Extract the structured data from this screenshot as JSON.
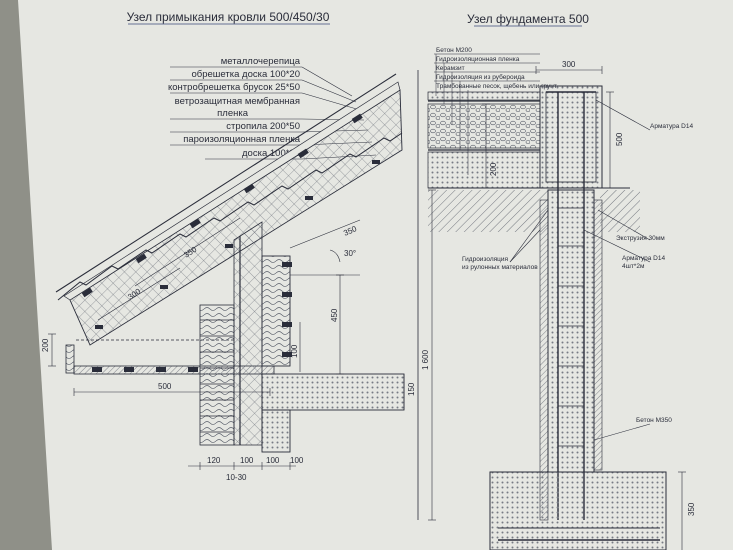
{
  "roof_node": {
    "title": "Узел примыкания кровли 500/450/30",
    "layers": [
      "металлочерепица",
      "обрешетка доска 100*20",
      "контробрешетка брусок 25*50",
      "ветрозащитная мембранная",
      "пленка",
      "стропила 200*50",
      "пароизоляционная пленка",
      "доска 100*20"
    ],
    "dims": {
      "d350_rafter": "350",
      "d300": "300",
      "d350_top": "350",
      "d30": "30°",
      "d450": "450",
      "d200": "200",
      "d100": "100",
      "d500": "500",
      "d150": "150",
      "d120": "120",
      "d100a": "100",
      "d100b": "100",
      "d100c": "100",
      "d10_30": "10-30"
    }
  },
  "foundation_node": {
    "title": "Узел фундамента 500",
    "layers": [
      "Бетон М200",
      "Гидроизоляционная пленка",
      "Керамзит",
      "Гидроизоляция из рубероида",
      "Трамбованные песок, щебень или грунт"
    ],
    "dims": {
      "d300": "300",
      "d500": "500",
      "d200": "200",
      "d1600": "1 600",
      "d350": "350"
    },
    "callouts": {
      "rebar_top": "Арматура D14",
      "waterproofing": "Гидроизоляция",
      "waterproofing2": "из рулонных материалов",
      "eps": "Экструзия 30мм",
      "rebar_mid": "Арматура D14",
      "rebar_mid2": "4шт*2м",
      "concrete": "Бетон М350"
    }
  },
  "colors": {
    "paper": "#e6e7e2",
    "ink": "#2a2d3a",
    "blue_ink": "#3b4a7a",
    "hatch": "#555a66",
    "background": "#8f9088"
  }
}
